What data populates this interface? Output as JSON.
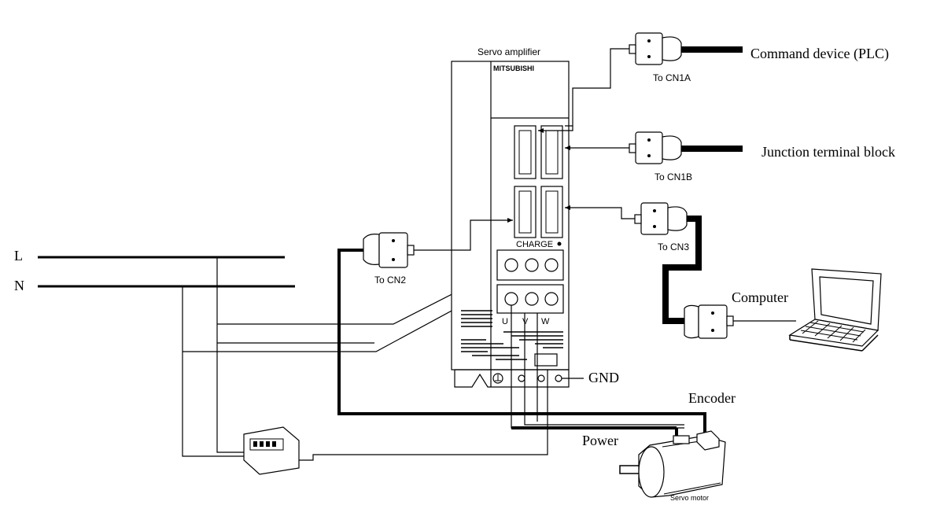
{
  "power_lines": {
    "l_label": "L",
    "n_label": "N"
  },
  "amplifier": {
    "title": "Servo amplifier",
    "brand": "MITSUBISHI",
    "charge_label": "CHARGE",
    "terminals": [
      "U",
      "V",
      "W"
    ],
    "gnd_label": "GND"
  },
  "connectors": {
    "cn1a": "To CN1A",
    "cn1b": "To CN1B",
    "cn3": "To CN3",
    "cn2": "To CN2"
  },
  "devices": {
    "command_device": "Command device (PLC)",
    "junction_block": "Junction terminal block",
    "computer": "Computer",
    "encoder": "Encoder",
    "power": "Power",
    "servo_motor": "Servo motor"
  }
}
